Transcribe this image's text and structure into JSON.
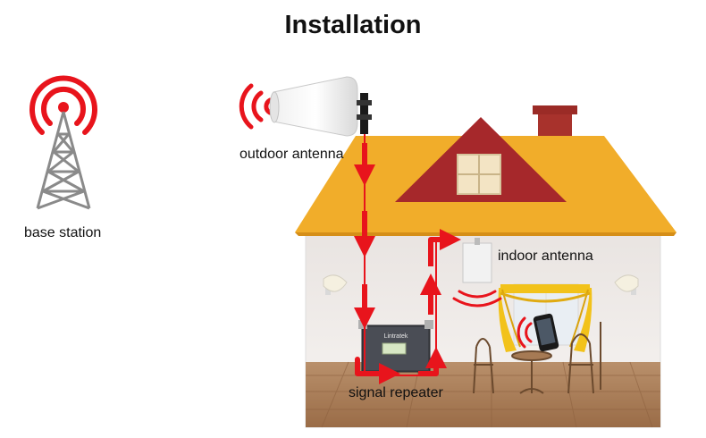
{
  "title": "Installation",
  "labels": {
    "base_station": "base station",
    "outdoor_antenna": "outdoor antenna",
    "indoor_antenna": "indoor antenna",
    "signal_repeater": "signal repeater"
  },
  "device": {
    "brand": "Lintratek"
  },
  "colors": {
    "signal_red": "#e8141c",
    "roof": "#f1ad2a",
    "gable": "#a6282b",
    "chimney": "#a8322c",
    "wall": "#f3efec",
    "floor": "#a97b55",
    "curtain": "#f2c21a",
    "tower": "#8a8a8a"
  }
}
